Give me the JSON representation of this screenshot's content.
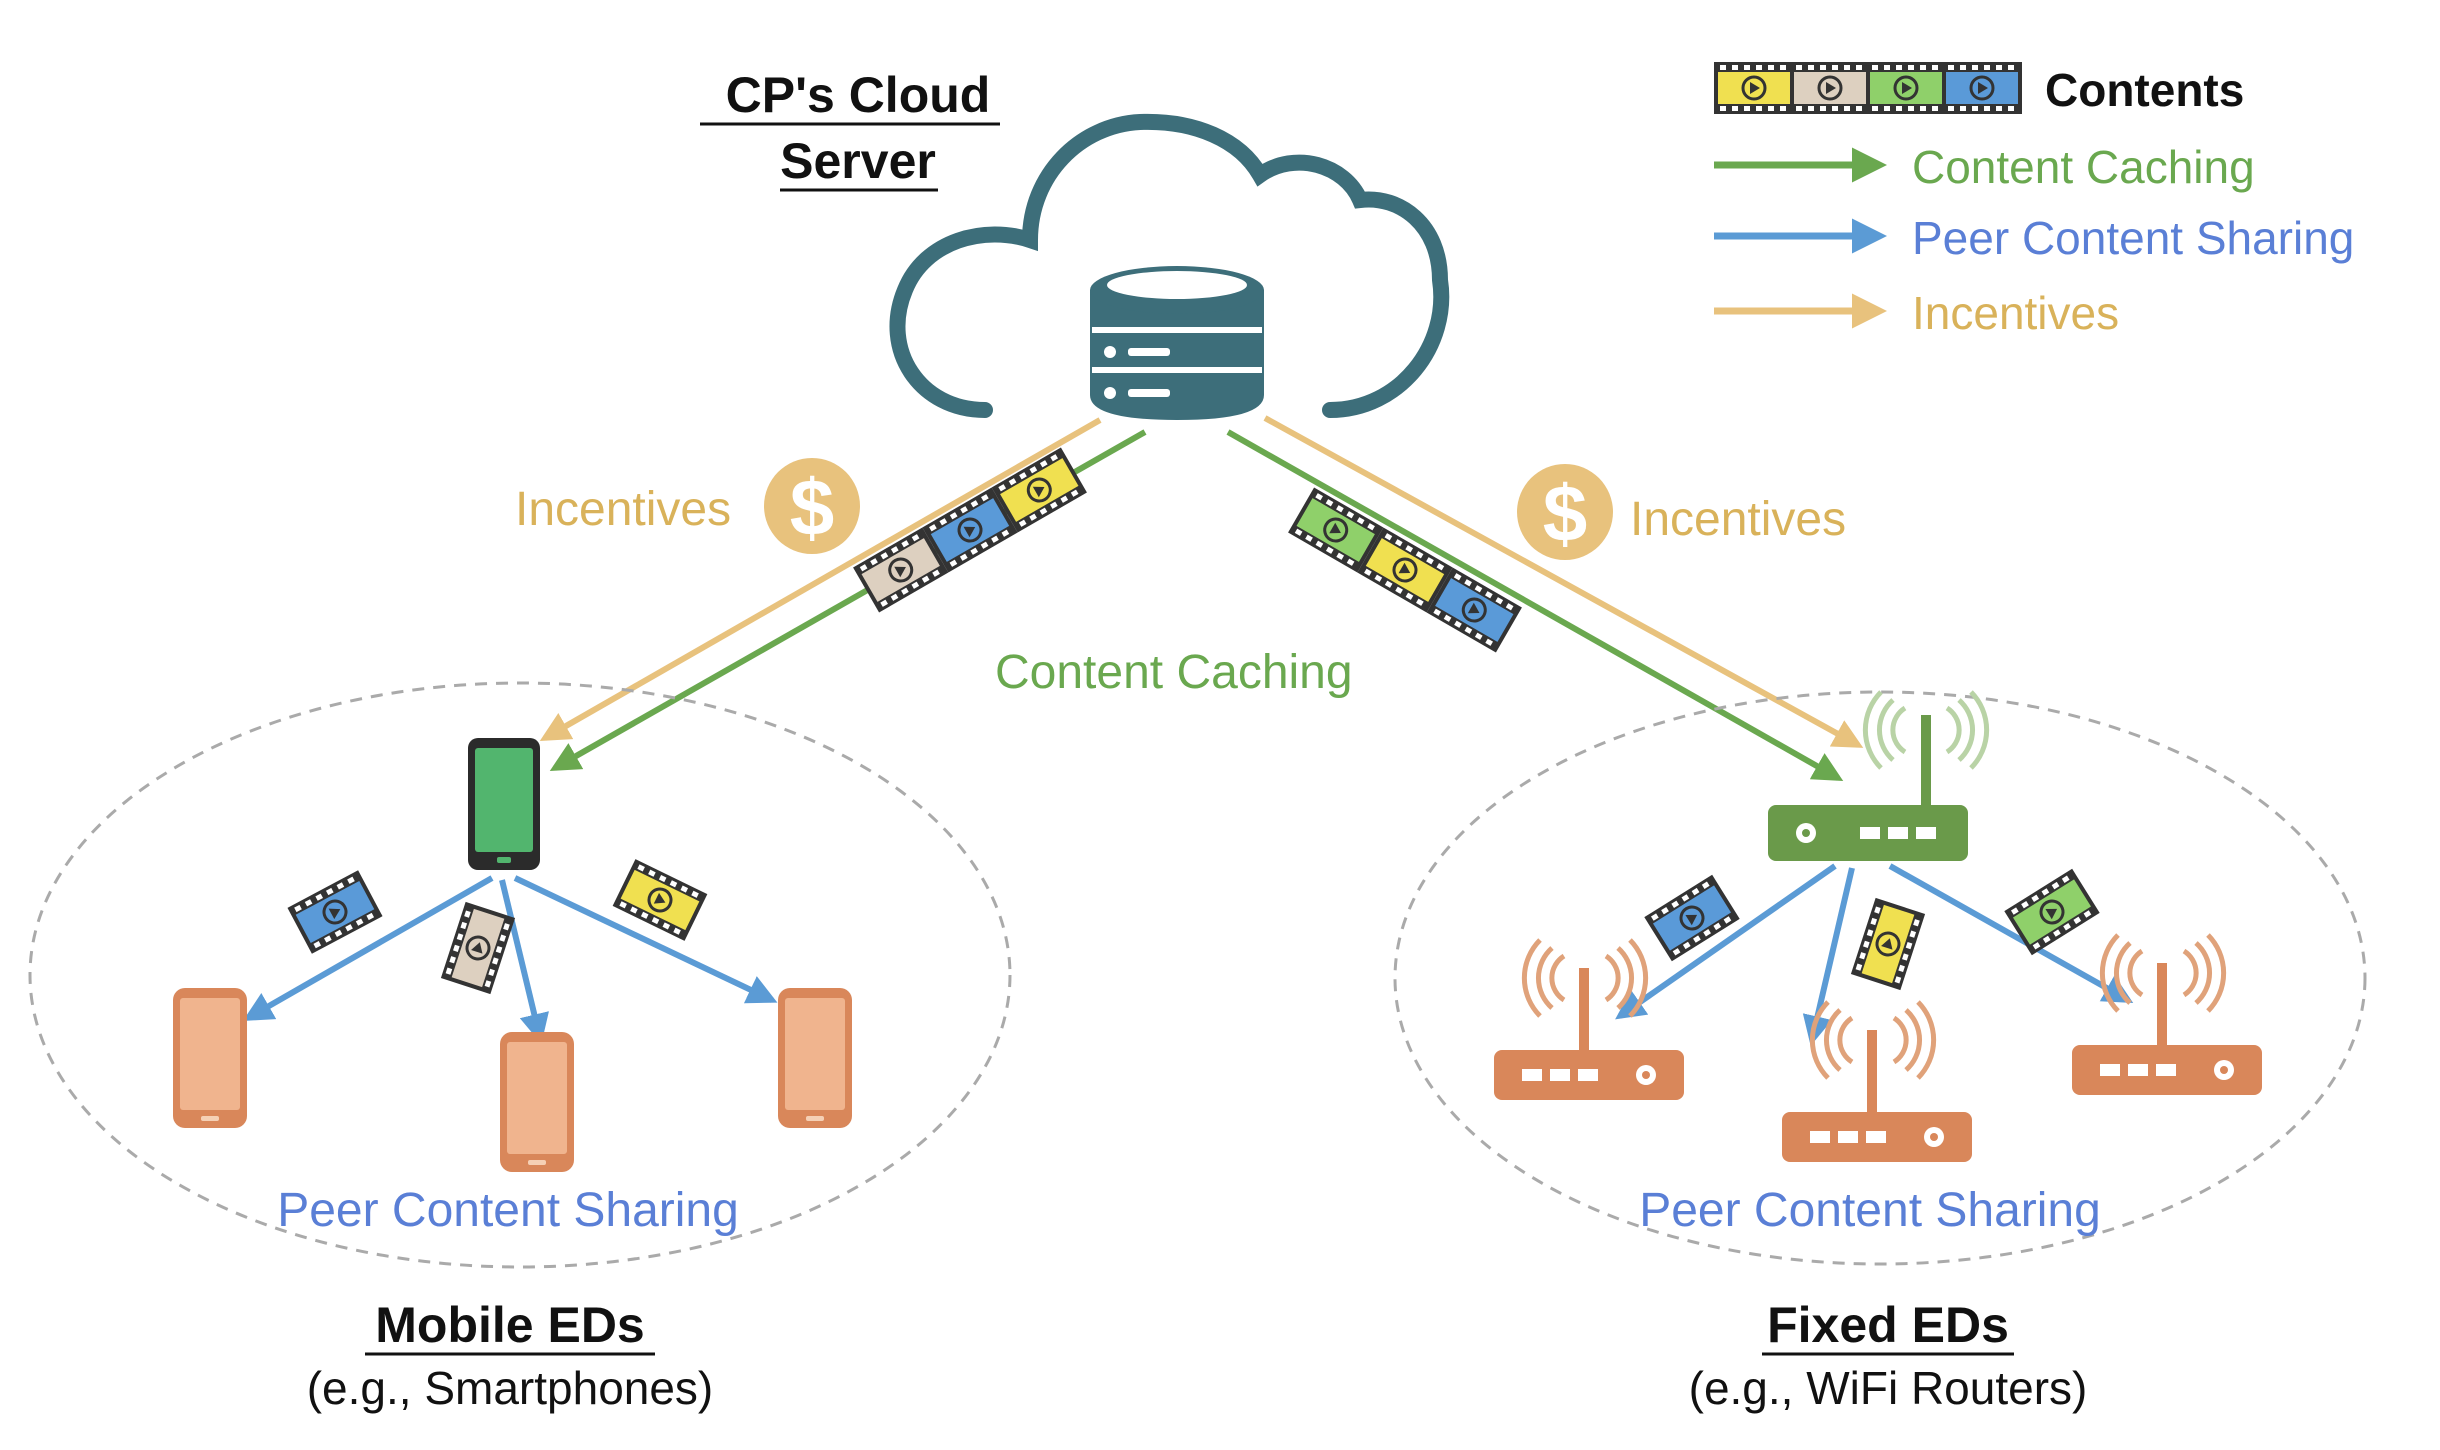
{
  "cloud": {
    "title_line1": "CP's Cloud",
    "title_line2": "Server"
  },
  "legend": {
    "contents": "Contents",
    "content_caching": "Content Caching",
    "peer_content_sharing": "Peer Content Sharing",
    "incentives": "Incentives"
  },
  "labels": {
    "incentives_left": "Incentives",
    "incentives_right": "Incentives",
    "content_caching": "Content Caching",
    "peer_sharing_left": "Peer Content Sharing",
    "peer_sharing_right": "Peer Content Sharing"
  },
  "mobile": {
    "title": "Mobile EDs",
    "subtitle": "(e.g., Smartphones)"
  },
  "fixed": {
    "title": "Fixed EDs",
    "subtitle": "(e.g., WiFi Routers)"
  },
  "colors": {
    "caching_green": "#6aa84f",
    "sharing_blue": "#5b9bd5",
    "incentive_gold": "#e8c27d",
    "cloud_teal": "#3d6e7a",
    "device_orange": "#d9875a",
    "router_green": "#6a9a4a",
    "content_yellow": "#f0e050",
    "content_beige": "#ddd0c0",
    "content_green": "#8fd06a",
    "content_blue": "#5a9ad8"
  }
}
